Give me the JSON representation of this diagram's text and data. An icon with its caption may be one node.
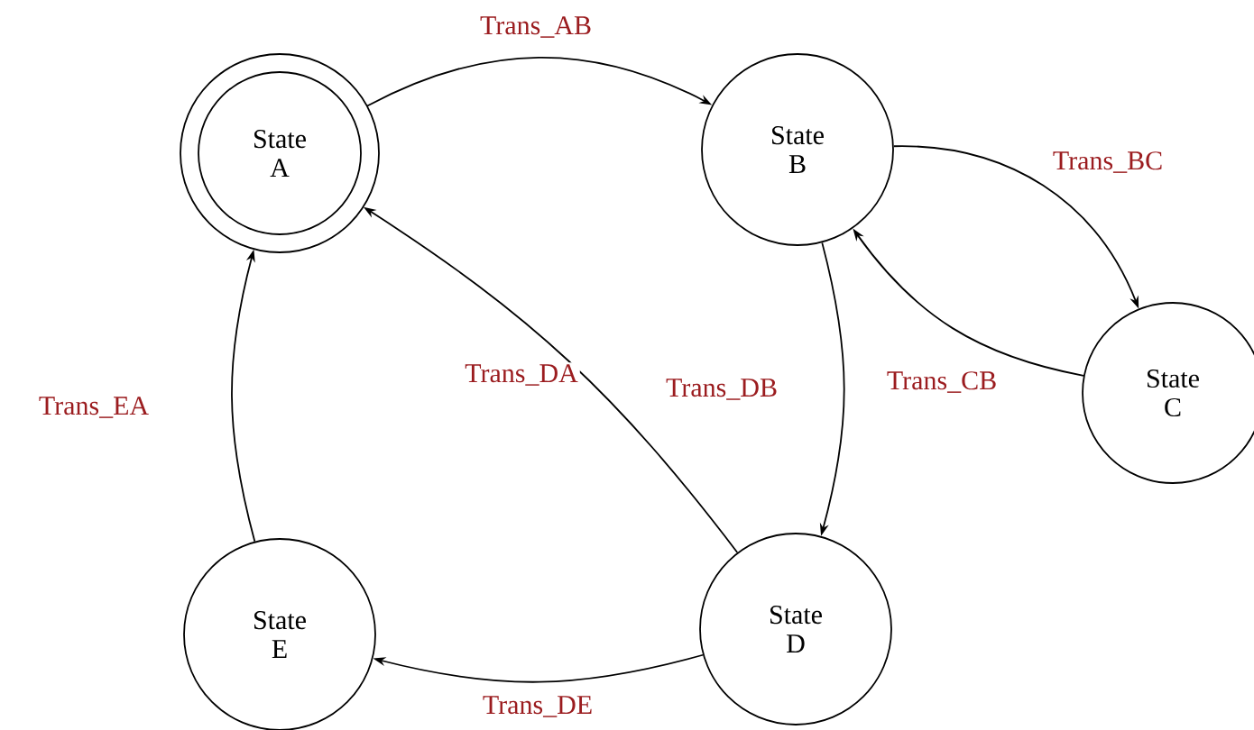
{
  "diagram": {
    "nodes": [
      {
        "text": [
          "State A"
        ]
      },
      {
        "text": [
          "State B"
        ]
      },
      {
        "text": [
          "State C"
        ]
      },
      {
        "text": [
          "State D"
        ]
      },
      {
        "text": [
          "State E"
        ]
      }
    ],
    "edges": [
      {
        "from": 0,
        "to": 1,
        "arrow": "to",
        "label": "Trans_AB"
      },
      {
        "from": 1,
        "to": 2,
        "arrow": "to",
        "label": "Trans_BC"
      },
      {
        "from": 2,
        "to": 1,
        "arrow": "to",
        "label": "Trans_CB"
      },
      {
        "from": 1,
        "to": 3,
        "arrow": "to",
        "label": "Trans_DB"
      },
      {
        "from": 3,
        "to": 0,
        "arrow": "to",
        "label": "Trans_DA"
      },
      {
        "from": 3,
        "to": 4,
        "arrow": "to",
        "label": "Trans_DE"
      },
      {
        "from": 4,
        "to": 0,
        "arrow": "to",
        "label": "Trans_EA"
      }
    ]
  }
}
